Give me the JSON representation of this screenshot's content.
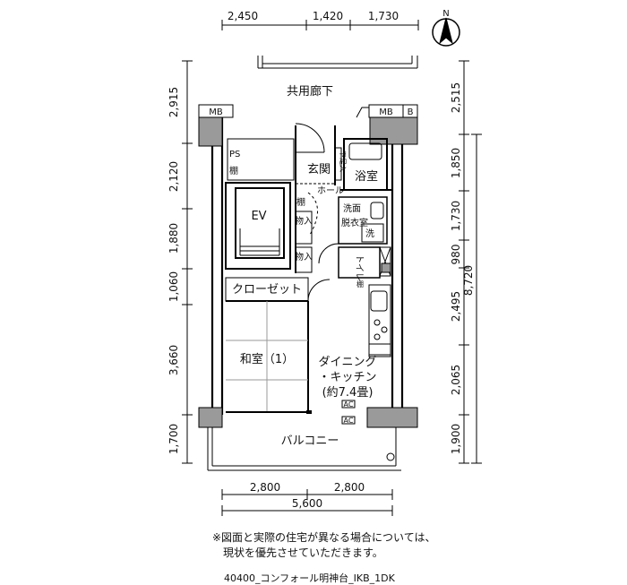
{
  "dimensions": {
    "top": [
      "2,450",
      "1,420",
      "1,730"
    ],
    "bottom_parts": [
      "2,800",
      "2,800"
    ],
    "bottom_total": "5,600",
    "left": [
      "2,915",
      "2,120",
      "1,880",
      "1,060",
      "3,660",
      "1,700"
    ],
    "right": [
      "2,515",
      "1,850",
      "1,730",
      "980",
      "2,495",
      "2,065",
      "1,900"
    ],
    "right_total": "8,720"
  },
  "rooms": {
    "corridor": "共用廊下",
    "mb_left": "MB",
    "mb_right": "MB",
    "b_box": "B",
    "ps": "PS",
    "shelf_ps": "棚",
    "ev": "EV",
    "entrance": "玄関",
    "shoe_box": "下足入",
    "hall": "ホール",
    "bath": "浴室",
    "shelf_hall": "棚",
    "storage1": "物入",
    "storage2": "物入",
    "washroom_top": "洗面",
    "washroom_bottom": "脱衣室",
    "washer": "洗",
    "toilet": "トイレ",
    "shelf_kitchen": "棚",
    "closet": "クローゼット",
    "japanese_room": "和室（1）",
    "dk_line1": "ダイニング",
    "dk_line2": "・キッチン",
    "dk_line3": "(約7.4畳)",
    "ac1": "AC",
    "ac2": "AC",
    "balcony": "バルコニー"
  },
  "compass": "N",
  "note": {
    "line1": "※図面と実際の住宅が異なる場合については、",
    "line2": "現状を優先させていただきます。"
  },
  "caption": "40400_コンフォール明神台_IKB_1DK"
}
